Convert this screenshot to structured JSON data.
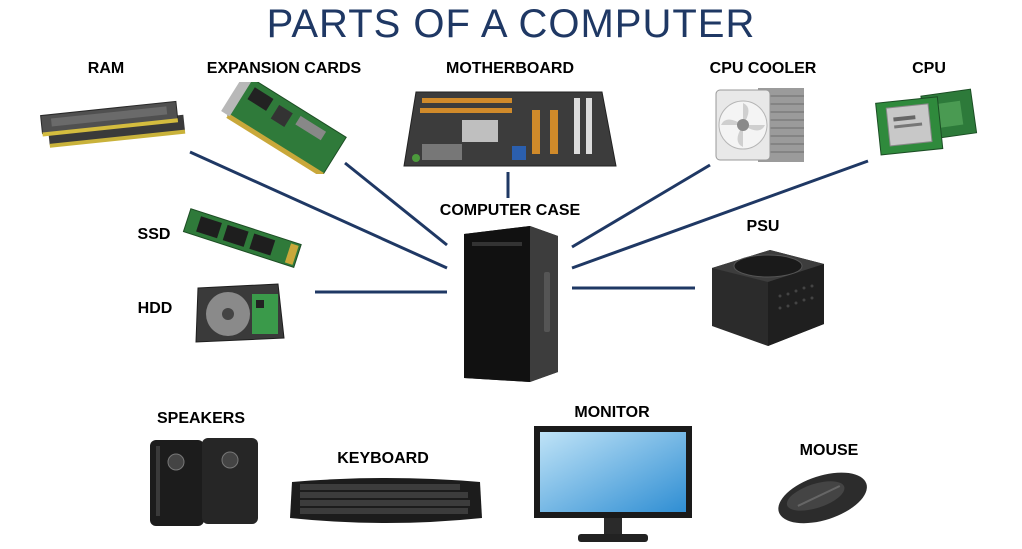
{
  "title": "PARTS OF A COMPUTER",
  "labels": {
    "ram": "RAM",
    "expansion_cards": "EXPANSION CARDS",
    "motherboard": "MOTHERBOARD",
    "cpu_cooler": "CPU COOLER",
    "cpu": "CPU",
    "computer_case": "COMPUTER CASE",
    "ssd": "SSD",
    "hdd": "HDD",
    "psu": "PSU",
    "speakers": "SPEAKERS",
    "keyboard": "KEYBOARD",
    "monitor": "MONITOR",
    "mouse": "MOUSE"
  },
  "colors": {
    "title": "#1f3864",
    "connector": "#1f3864"
  }
}
